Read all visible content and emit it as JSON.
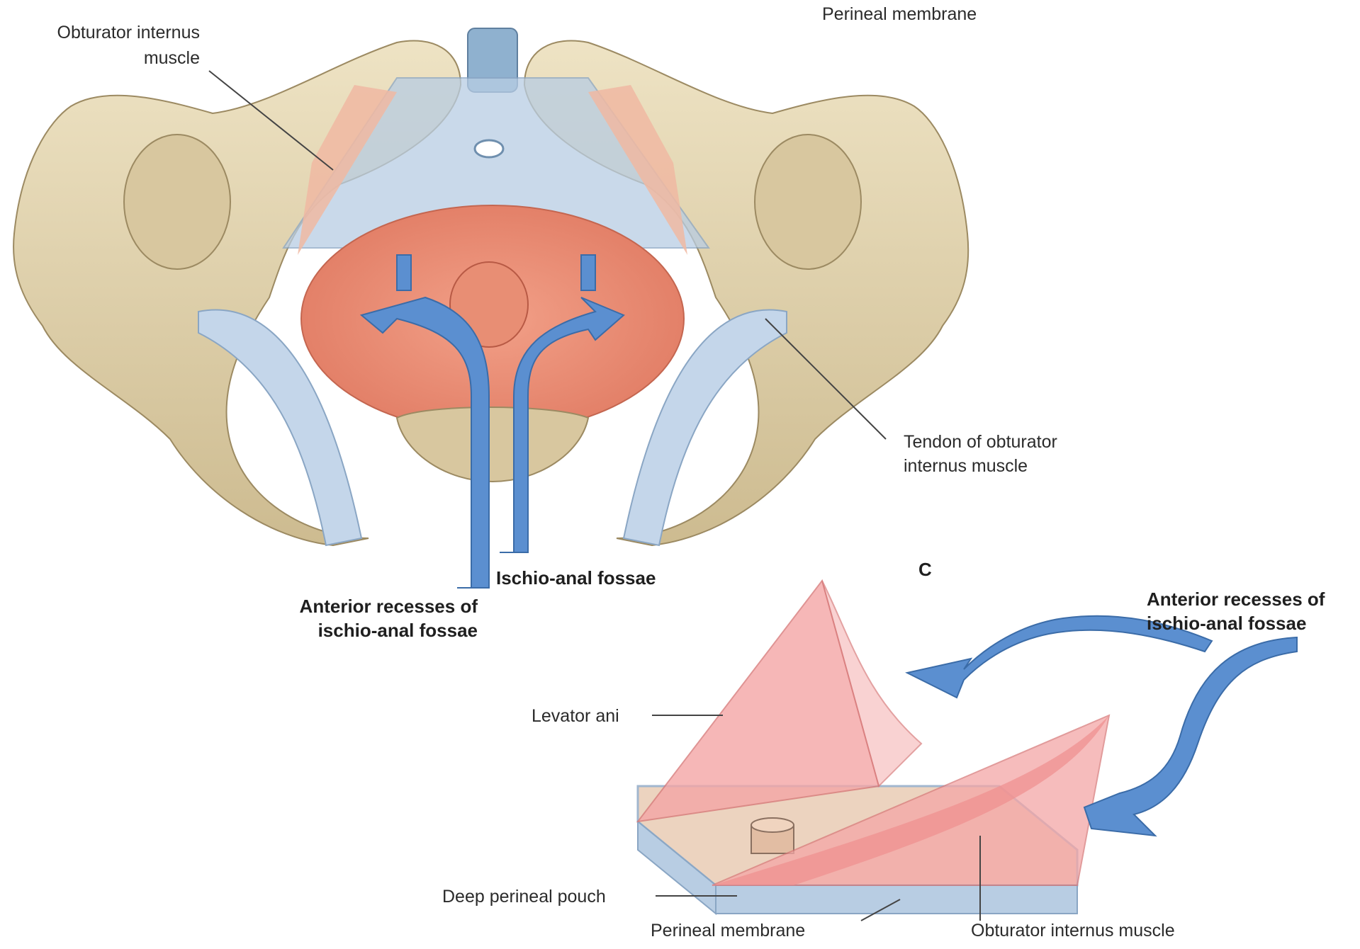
{
  "labels": {
    "perineal_membrane_top": "Perineal membrane",
    "obturator_internus_muscle_line1": "Obturator internus",
    "obturator_internus_muscle_line2": "muscle",
    "tendon_line1": "Tendon of obturator",
    "tendon_line2": "internus muscle",
    "ischio_anal_fossae": "Ischio-anal fossae",
    "anterior_recesses_left_line1": "Anterior recesses of",
    "anterior_recesses_left_line2": "ischio-anal fossae",
    "panel_c": "C",
    "anterior_recesses_right_line1": "Anterior recesses of",
    "anterior_recesses_right_line2": "ischio-anal fossae",
    "levator_ani": "Levator ani",
    "deep_perineal_pouch": "Deep perineal pouch",
    "perineal_membrane_bottom": "Perineal membrane",
    "obturator_internus_muscle_bottom": "Obturator internus muscle"
  },
  "colors": {
    "bone": "#e3d6b3",
    "bone_shadow": "#c9b88f",
    "muscle": "#ee9078",
    "membrane_blue": "#b8cde3",
    "arrow_blue": "#5b8fd0",
    "pink_sheet": "#f4a6a6",
    "tan_box": "#e8c9b0"
  }
}
